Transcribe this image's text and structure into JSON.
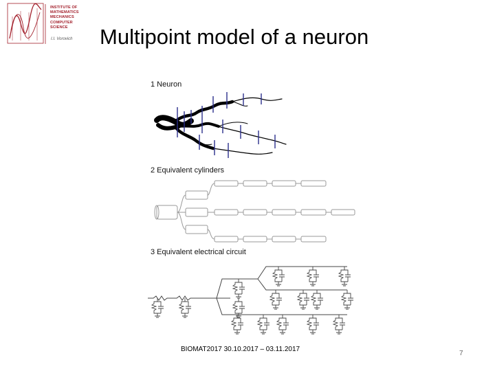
{
  "logo": {
    "lines": [
      "INSTITUTE OF",
      "MATHEMATICS",
      "MECHANICS",
      "COMPUTER",
      "SCIENCE"
    ],
    "signature": "I.I. Vorovich"
  },
  "title": "Multipoint model of a neuron",
  "panels": [
    {
      "caption": "1 Neuron"
    },
    {
      "caption": "2 Equivalent cylinders"
    },
    {
      "caption": "3 Equivalent electrical circuit"
    }
  ],
  "footer": "BIOMAT2017   30.10.2017 – 03.11.2017",
  "page_number": "7",
  "colors": {
    "logo_red": "#a3202c",
    "compartment_marker": "#2a2e8c"
  }
}
